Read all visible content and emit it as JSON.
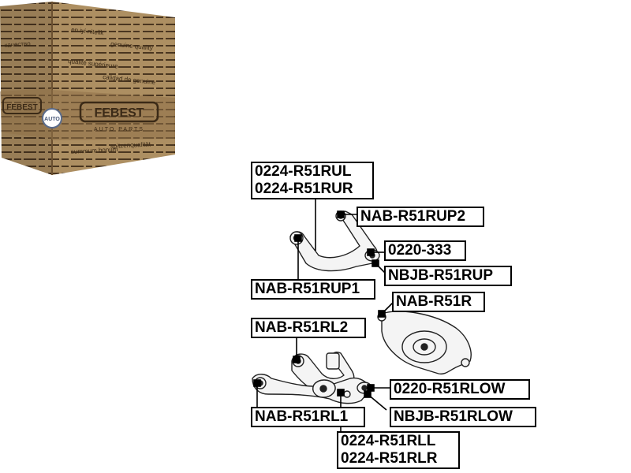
{
  "box": {
    "brand": "FEBEST",
    "sub": "AUTO PARTS",
    "slogans": [
      "en iyi nitelik",
      "genuine quality",
      "qualité supérieure",
      "calidad de genuine",
      "summum bonum",
      "spitzenqualität",
      "качество"
    ],
    "seal_text": "AUTO"
  },
  "labels": {
    "rul": "0224-R51RUL",
    "rur": "0224-R51RUR",
    "rup2": "NAB-R51RUP2",
    "c333": "0220-333",
    "nbjb_rup": "NBJB-R51RUP",
    "rup1": "NAB-R51RUP1",
    "r51r": "NAB-R51R",
    "rl2": "NAB-R51RL2",
    "rlow": "0220-R51RLOW",
    "rl1": "NAB-R51RL1",
    "nbjb_rlow": "NBJB-R51RLOW",
    "rll": "0224-R51RLL",
    "rlr": "0224-R51RLR"
  },
  "colors": {
    "cardboard": "#a98b5e",
    "cardboard_dark": "#7a5f3a",
    "print": "#3b2a17",
    "label_border": "#000000"
  }
}
